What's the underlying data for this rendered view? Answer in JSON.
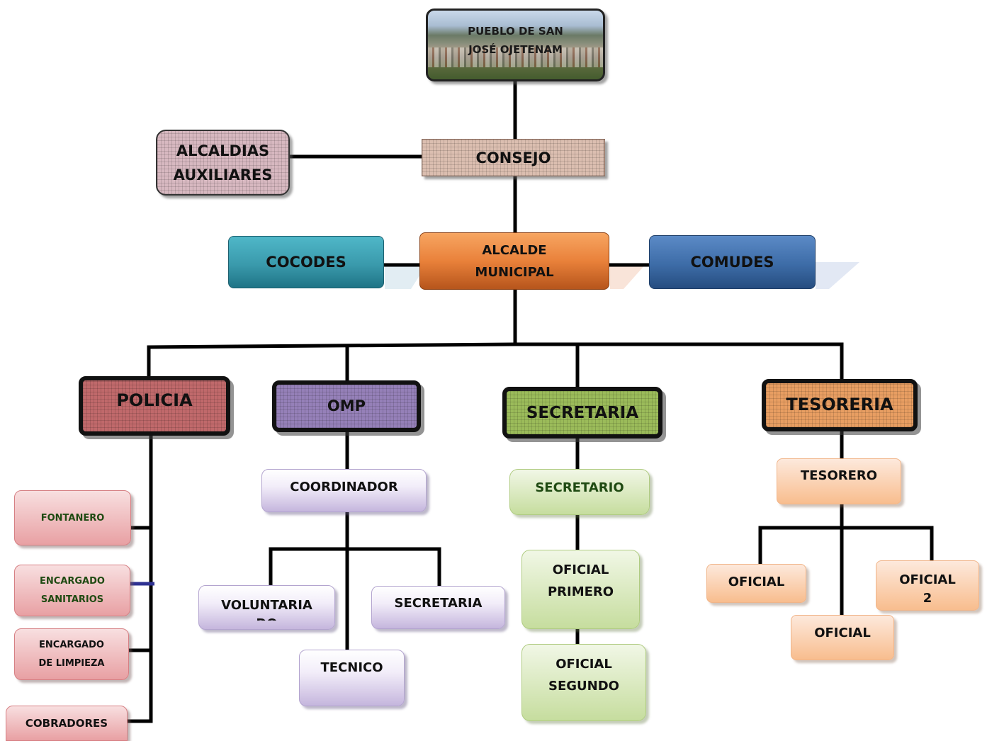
{
  "top": {
    "line1": "PUEBLO DE SAN",
    "line2": "JOSÉ OJETENAM"
  },
  "consejo": "CONSEJO",
  "alcaldias": {
    "line1": "ALCALDIAS",
    "line2": "AUXILIARES"
  },
  "cocodes": "COCODES",
  "alcalde": {
    "line1": "ALCALDE",
    "line2": "MUNICIPAL"
  },
  "comudes": "COMUDES",
  "departments": {
    "policia": "POLICIA",
    "omp": "OMP",
    "secretaria": "SECRETARIA",
    "tesoreria": "TESORERIA"
  },
  "policia_staff": {
    "fontanero": "FONTANERO",
    "sanitarios": {
      "line1": "ENCARGADO",
      "line2": "SANITARIOS"
    },
    "limpieza": {
      "line1": "ENCARGADO",
      "line2": "DE LIMPIEZA"
    },
    "cobradores": "COBRADORES"
  },
  "omp_staff": {
    "coordinador": "COORDINADOR",
    "voluntaria": {
      "line1": "VOLUNTARIA",
      "line2": "DO"
    },
    "secretaria": "SECRETARIA",
    "tecnico": "TECNICO"
  },
  "secretaria_staff": {
    "secretario": "SECRETARIO",
    "primero": {
      "line1": "OFICIAL",
      "line2": "PRIMERO"
    },
    "segundo": {
      "line1": "OFICIAL",
      "line2": "SEGUNDO"
    }
  },
  "tesoreria_staff": {
    "tesorero": "TESORERO",
    "oficial_1": "OFICIAL",
    "oficial_2": {
      "line1": "OFICIAL",
      "line2": "2"
    },
    "oficial_3": "OFICIAL"
  },
  "colors": {
    "connector": "#000000",
    "policia": "#c0696b",
    "omp": "#9580b8",
    "secretaria": "#9bbb5a",
    "tesoreria": "#e89e62",
    "alcalde": "#e9813a",
    "cocodes": "#3a9aac",
    "comudes": "#3d6ca7",
    "consejo": "#dbbeb0",
    "alcaldias": "#d7b8c0"
  }
}
